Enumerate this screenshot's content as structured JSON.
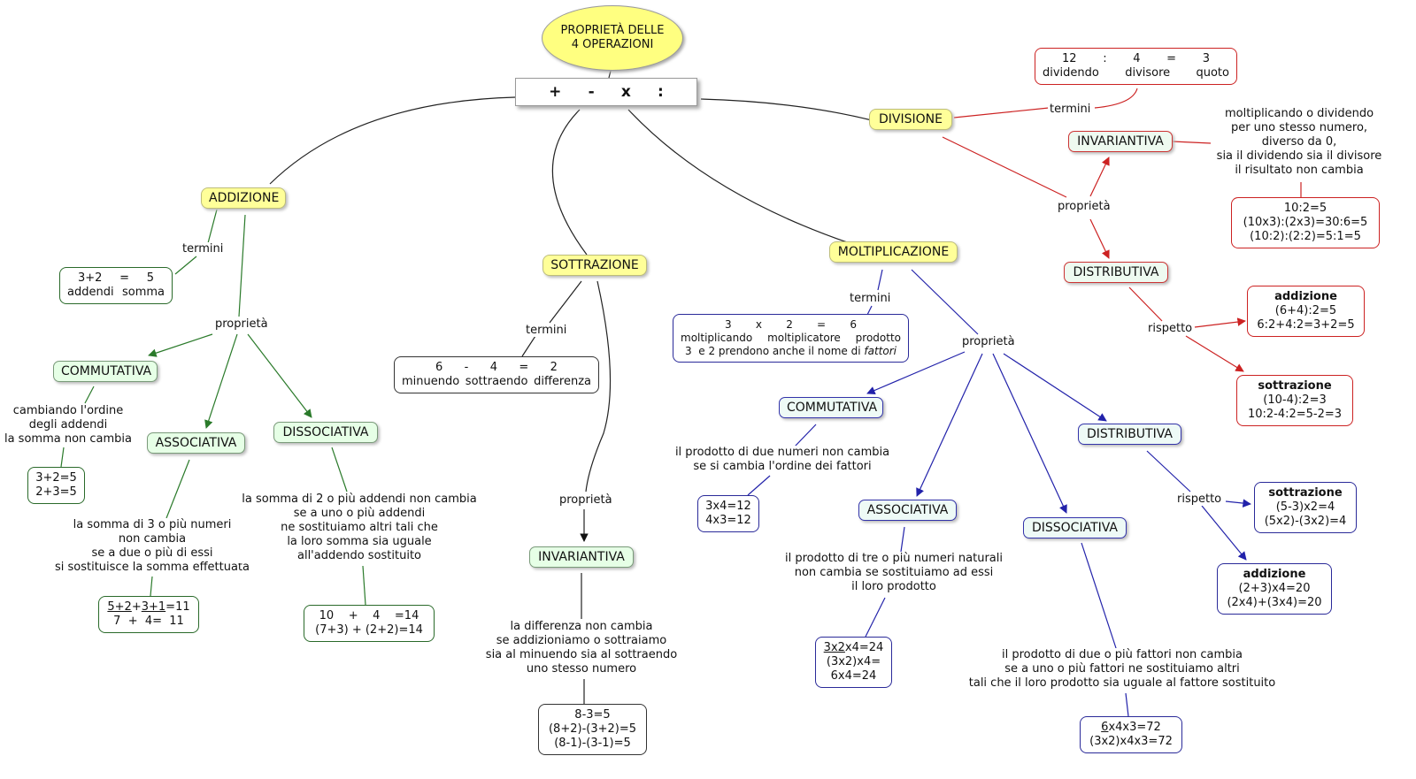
{
  "title": {
    "line1": "PROPRIETÀ DELLE",
    "line2": "4 OPERAZIONI"
  },
  "ops": [
    "+",
    "-",
    "x",
    ":"
  ],
  "colors": {
    "topic_fill": "#ffff99",
    "prop_fill": "#e6ffe6",
    "add_link": "#2a7a2a",
    "div_link": "#cc2222",
    "mult_link": "#2222aa",
    "sub_link": "#222222"
  },
  "addizione": {
    "label": "ADDIZIONE",
    "termini": "termini",
    "terms_box": {
      "n1": "3+2",
      "eq": "=",
      "n2": "5",
      "l1": "addendi",
      "l2": "somma"
    },
    "proprieta": "proprietà",
    "commutativa": "COMMUTATIVA",
    "comm_text": "cambiando l'ordine\ndegli addendi\nla somma non cambia",
    "comm_ex": [
      "3+2=5",
      "2+3=5"
    ],
    "associativa": "ASSOCIATIVA",
    "assoc_text": "la somma di 3 o più numeri\nnon cambia\nse a due o più di essi\nsi sostituisce la somma effettuata",
    "assoc_ex": {
      "u1": "5+2",
      "p": "+",
      "u2": "3+1",
      "r": "=11",
      "l2": "7  +  4=  11"
    },
    "dissociativa": "DISSOCIATIVA",
    "dissoc_text": "la somma di 2 o più addendi non cambia\nse a uno o più addendi\nne sostituiamo altri tali che\nla loro somma sia uguale\nall'addendo sostituito",
    "dissoc_ex": [
      "10    +    4    =14",
      "(7+3) + (2+2)=14"
    ]
  },
  "sottrazione": {
    "label": "SOTTRAZIONE",
    "termini": "termini",
    "terms_box": {
      "top": [
        "6",
        "-",
        "4",
        "=",
        "2"
      ],
      "bottom": [
        "minuendo",
        "sottraendo",
        "differenza"
      ]
    },
    "proprieta": "proprietà",
    "invariantiva": "INVARIANTIVA",
    "inv_text": "la differenza non cambia\nse addizioniamo o sottraiamo\nsia al minuendo sia al sottraendo\nuno stesso numero",
    "inv_ex": [
      "8-3=5",
      "(8+2)-(3+2)=5",
      "(8-1)-(3-1)=5"
    ]
  },
  "moltiplicazione": {
    "label": "MOLTIPLICAZIONE",
    "termini": "termini",
    "terms_box": {
      "top": [
        "3",
        "x",
        "2",
        "=",
        "6"
      ],
      "bottom": [
        "moltiplicando",
        "moltiplicatore",
        "prodotto"
      ],
      "note": "3  e 2 prendono anche il nome di",
      "note_it": "fattori"
    },
    "proprieta": "proprietà",
    "commutativa": "COMMUTATIVA",
    "comm_text": "il prodotto di due numeri non cambia\nse si cambia l'ordine dei fattori",
    "comm_ex": [
      "3x4=12",
      "4x3=12"
    ],
    "associativa": "ASSOCIATIVA",
    "assoc_text": "il prodotto di tre o più numeri naturali\nnon cambia se sostituiamo ad essi\nil loro prodotto",
    "assoc_ex": {
      "u": "3x2",
      "r": "x4=24",
      "l2": "(3x2)x4=",
      "l3": "6x4=24"
    },
    "dissociativa": "DISSOCIATIVA",
    "dissoc_text": "il prodotto di due o più fattori non cambia\nse a uno o più fattori ne sostituiamo altri\ntali che il loro prodotto sia uguale al fattore sostituito",
    "dissoc_ex": {
      "u": "6",
      "r": "x4x3=72",
      "l2": "(3x2)x4x3=72"
    },
    "distributiva": "DISTRIBUTIVA",
    "rispetto": "rispetto",
    "dist_sub": {
      "head": "sottrazione",
      "l1": "(5-3)x2=4",
      "l2": "(5x2)-(3x2)=4"
    },
    "dist_add": {
      "head": "addizione",
      "l1": "(2+3)x4=20",
      "l2": "(2x4)+(3x4)=20"
    }
  },
  "divisione": {
    "label": "DIVISIONE",
    "termini": "termini",
    "terms_box": {
      "top": [
        "12",
        ":",
        "4",
        "=",
        "3"
      ],
      "bottom": [
        "dividendo",
        "divisore",
        "quoto"
      ]
    },
    "proprieta": "proprietà",
    "invariantiva": "INVARIANTIVA",
    "inv_text": "moltiplicando o dividendo\nper uno stesso numero,\ndiverso da 0,\nsia il dividendo sia il divisore\nil risultato non cambia",
    "inv_ex": [
      "10:2=5",
      "(10x3):(2x3)=30:6=5",
      "(10:2):(2:2)=5:1=5"
    ],
    "distributiva": "DISTRIBUTIVA",
    "rispetto": "rispetto",
    "dist_add": {
      "head": "addizione",
      "l1": "(6+4):2=5",
      "l2": "6:2+4:2=3+2=5"
    },
    "dist_sub": {
      "head": "sottrazione",
      "l1": "(10-4):2=3",
      "l2": "10:2-4:2=5-2=3"
    }
  }
}
